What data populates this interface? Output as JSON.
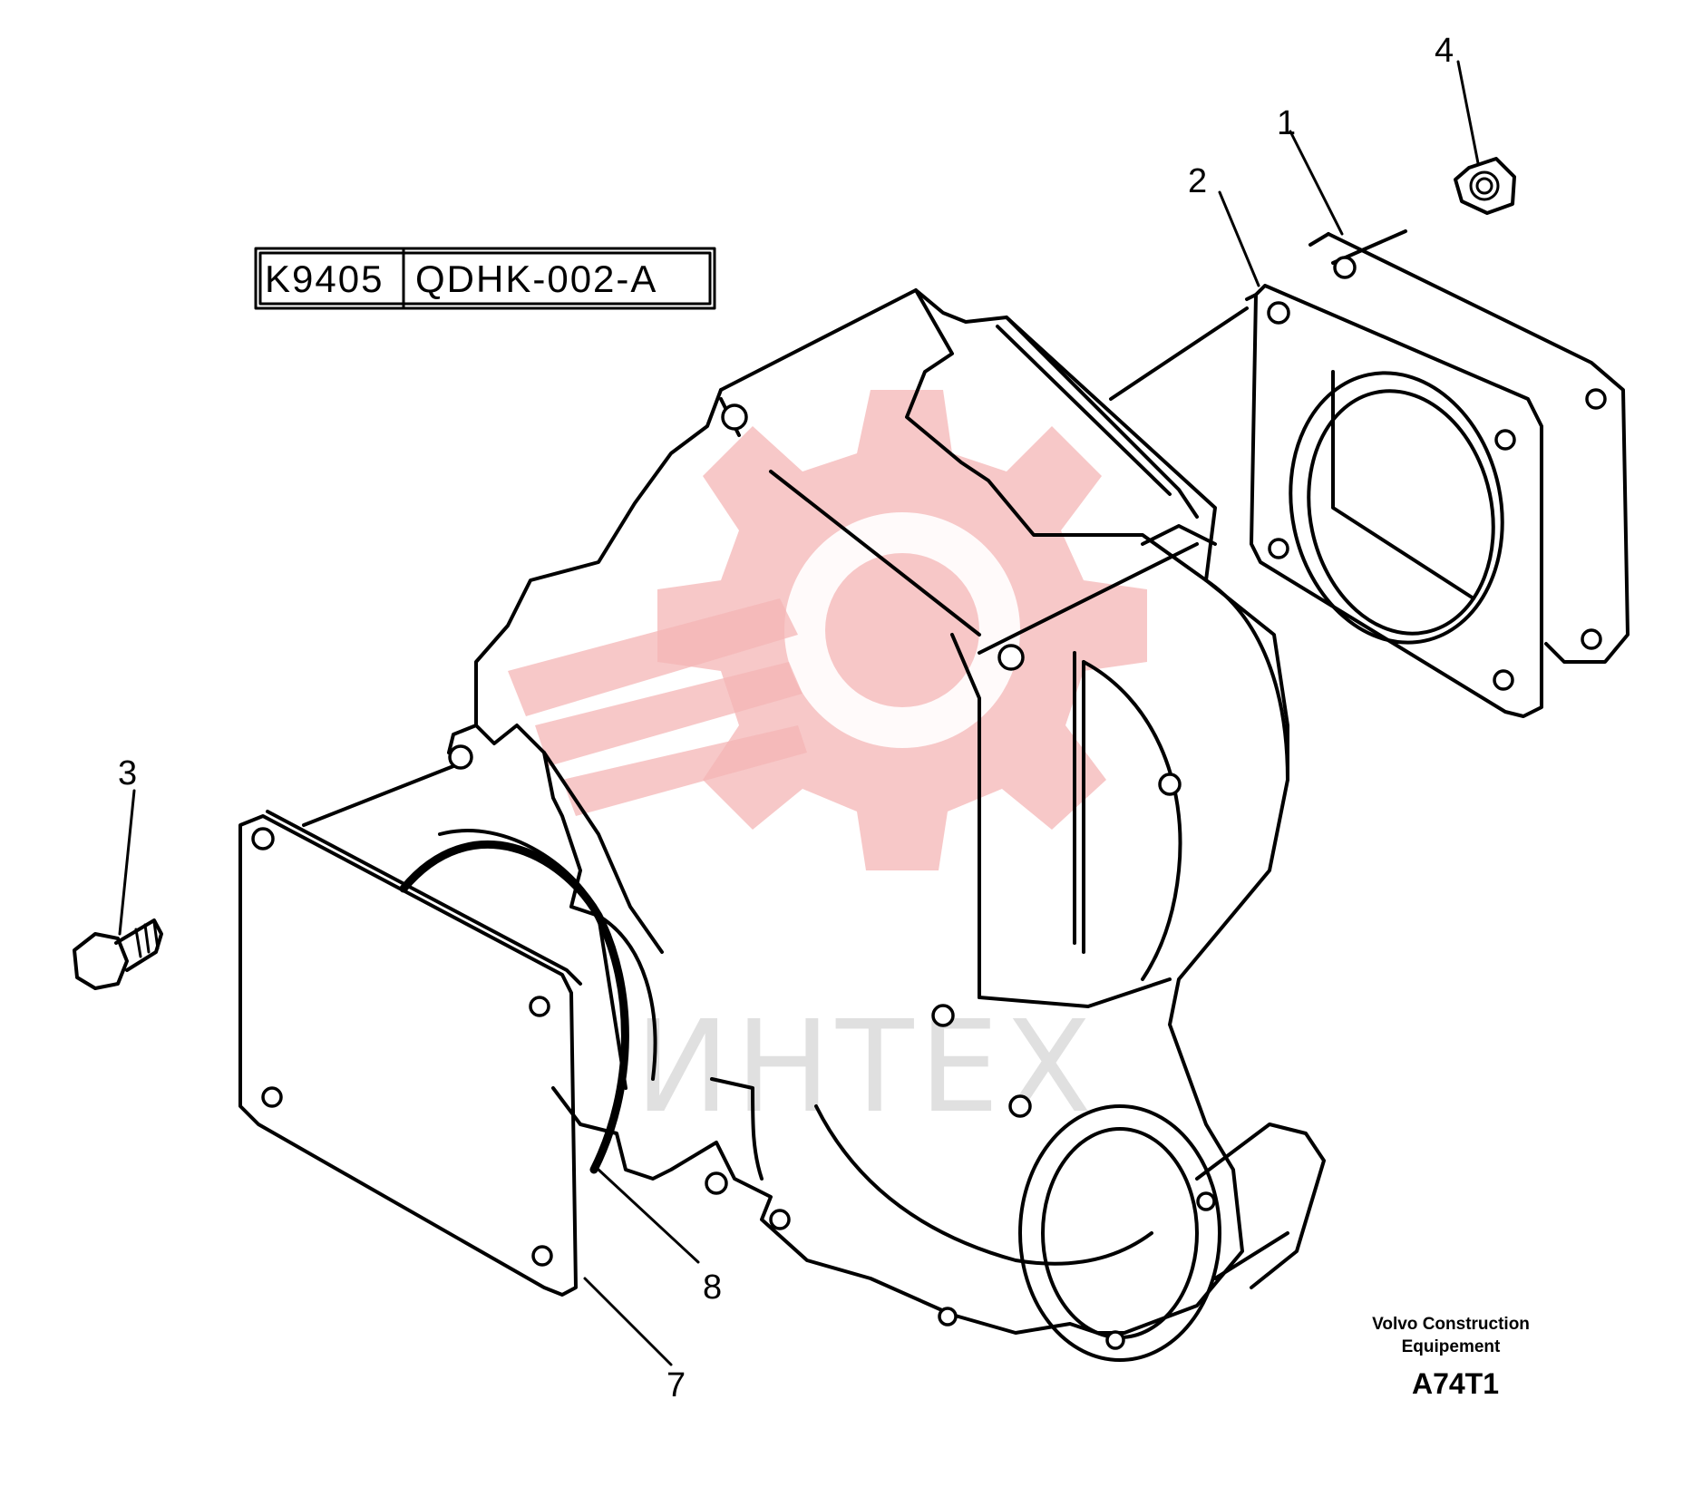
{
  "drawing_code": {
    "left": "K9405",
    "right": "QDHK-002-A"
  },
  "callouts": {
    "c1": "1",
    "c2": "2",
    "c3": "3",
    "c4": "4",
    "c7": "7",
    "c8": "8"
  },
  "watermark": {
    "text": "ИНТЕХ"
  },
  "footer": {
    "manufacturer_line1": "Volvo Construction",
    "manufacturer_line2": "Equipement",
    "figure_ref": "A74T1"
  },
  "colors": {
    "line": "#000000",
    "background": "#ffffff",
    "watermark": "#f4b6b6"
  }
}
